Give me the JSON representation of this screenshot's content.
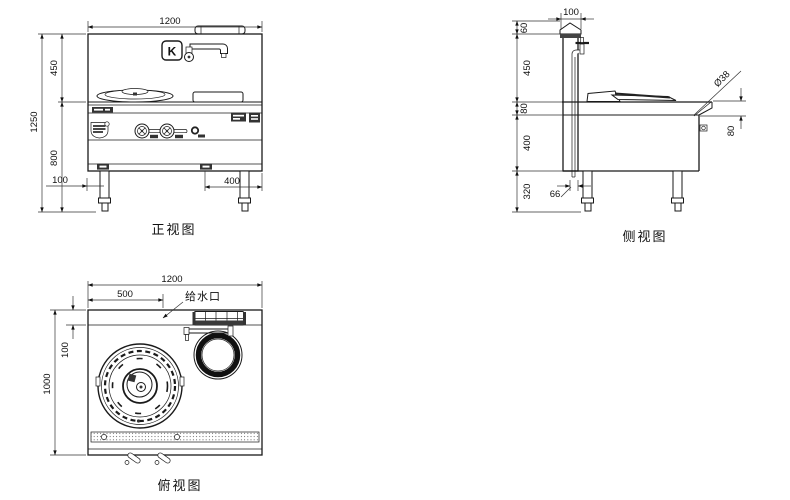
{
  "front": {
    "label": "正视图",
    "logo": "K",
    "width": "1200",
    "upper_height": "450",
    "total_height": "1250",
    "lower_height": "800",
    "leg_inset": "100",
    "leg_span": "400"
  },
  "side": {
    "label": "侧视图",
    "depth": "100",
    "cap_height": "60",
    "splash_height": "450",
    "counter_drop": "80",
    "body_height": "400",
    "leg_height": "320",
    "pipe_offset": "66",
    "pipe_diameter": "Ø38",
    "edge_drop": "80"
  },
  "top": {
    "label": "俯视图",
    "width": "1200",
    "inlet_offset": "500",
    "splash_depth": "100",
    "depth": "1000",
    "inlet_label": "给水口"
  }
}
